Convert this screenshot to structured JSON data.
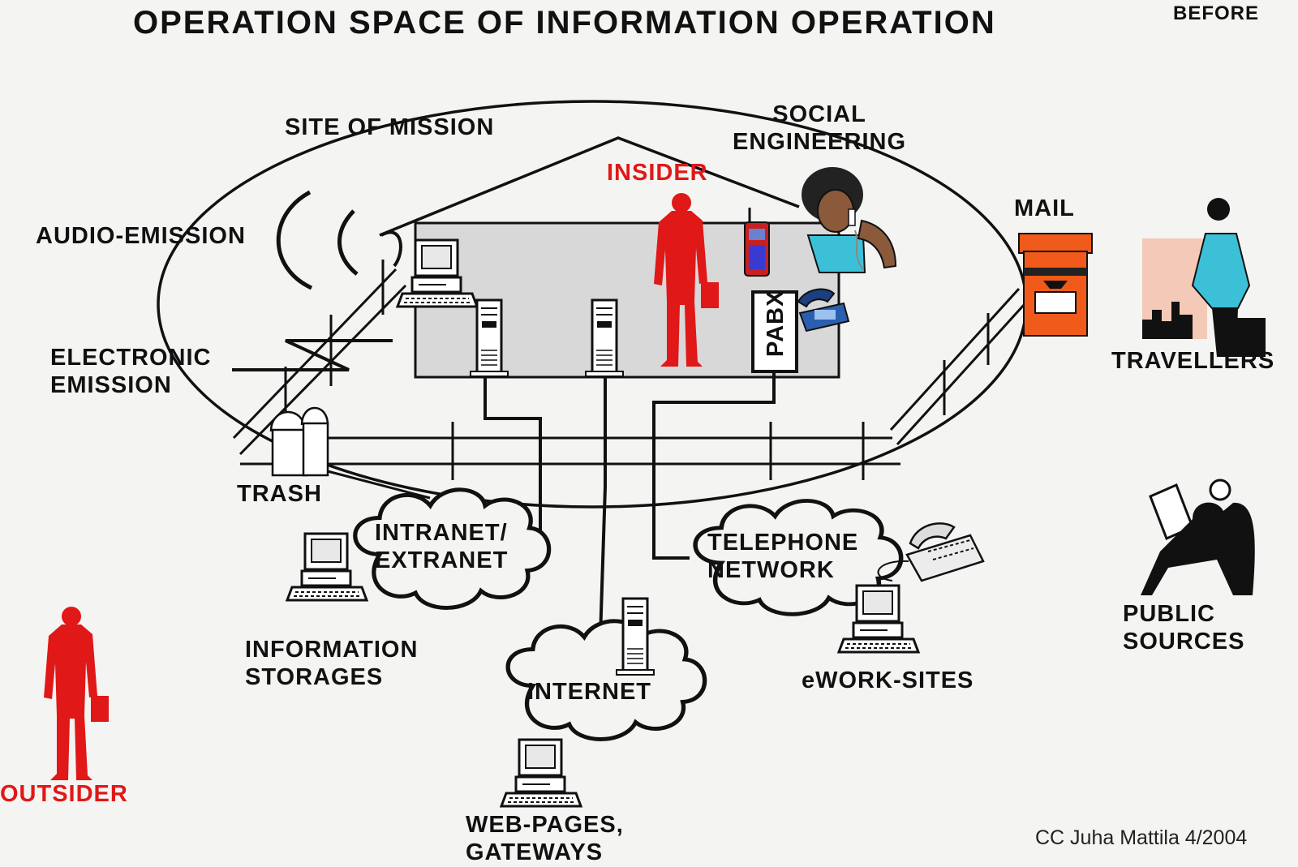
{
  "title": "OPERATION SPACE OF INFORMATION OPERATION",
  "title_tag": "BEFORE",
  "labels": {
    "site_of_mission": "SITE OF MISSION",
    "social_engineering": "SOCIAL\nENGINEERING",
    "insider": "INSIDER",
    "audio_emission": "AUDIO-EMISSION",
    "electronic_emission": "ELECTRONIC\nEMISSION",
    "mail": "MAIL",
    "travellers": "TRAVELLERS",
    "trash": "TRASH",
    "pabx": "PABX",
    "intranet": "INTRANET/\nEXTRANET",
    "telephone_network": "TELEPHONE\nNETWORK",
    "public_sources": "PUBLIC\nSOURCES",
    "information_storages": "INFORMATION\nSTORAGES",
    "internet": "INTERNET",
    "ework_sites": "eWORK-SITES",
    "outsider": "OUTSIDER",
    "web_pages": "WEB-PAGES,\nGATEWAYS",
    "credit": "CC Juha Mattila 4/2004"
  },
  "colors": {
    "threat_red": "#e01818",
    "building_fill": "#d8d8d8",
    "mailbox_orange": "#f05a1a",
    "phone_blue": "#2a5fb0",
    "jacket_cyan": "#3cc0d8",
    "line": "#111111"
  },
  "icons": [
    "computer-icon",
    "server-tower-icon",
    "insider-figure-icon",
    "outsider-figure-icon",
    "woman-on-phone-icon",
    "mobile-phone-icon",
    "desk-phone-icon",
    "mailbox-icon",
    "traveller-icon",
    "reader-icon",
    "trash-can-icon",
    "cloud-icon"
  ]
}
